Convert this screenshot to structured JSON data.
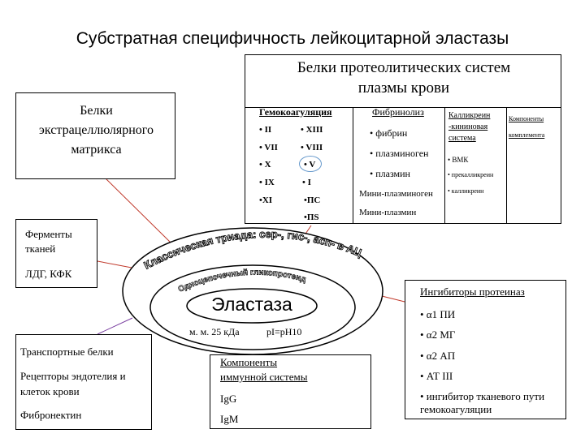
{
  "title": "Субстратная специфичность  лейкоцитарной эластазы",
  "proteolytic": {
    "title_line1": "Белки протеолитических систем",
    "title_line2": "плазмы крови",
    "coag": {
      "header": "Гемокоагуляция",
      "col1": [
        "• II",
        "• VII",
        "• X",
        "• IX",
        "•XI"
      ],
      "col2": [
        "• XIII",
        "• VIII",
        "• V",
        "• I",
        "•ПС",
        "•ПS"
      ]
    },
    "fibrin": {
      "header": "Фибринолиз",
      "items": [
        "• фибрин",
        "• плазминоген",
        "• плазмин"
      ],
      "mini1": "Мини-плазминоген",
      "mini2": "Мини-плазмин"
    },
    "kallikrein": {
      "header_lines": [
        "Калликреин",
        "-кининовая",
        "система"
      ],
      "items": [
        "• ВМК",
        "• прекалликреин",
        "• калликреин"
      ]
    },
    "complement": {
      "header_lines": [
        "Компоненты",
        "комплемента"
      ]
    }
  },
  "ecm": {
    "lines": [
      "Белки",
      "экстрацеллюлярного",
      "матрикса"
    ]
  },
  "enzymes": {
    "line1": "Ферменты",
    "line2": "тканей",
    "line3": "ЛДГ, КФК"
  },
  "transport": {
    "line1": "Транспортные белки",
    "line2": "Рецепторы эндотелия и",
    "line3": "клеток крови",
    "line4": "Фибронектин"
  },
  "immune": {
    "line1": "Компоненты",
    "line2": "иммунной системы",
    "line3": "IgG",
    "line4": "IgM"
  },
  "inhibitors": {
    "header": "Ингибиторы протеиназ",
    "items": [
      "• α1 ПИ",
      "• α2 МГ",
      "• α2 АП",
      "• АТ III",
      "• ингибитор тканевого пути"
    ],
    "last_line2": "гемокоагуляции"
  },
  "ellipse": {
    "arc_text_outer": "Классическая триада: сер-, гис-, асп- в АЦ",
    "arc_text_inner": "Одноцепочечный гликопротеид",
    "center": "Эластаза",
    "mw": "м. м. 25 кДа",
    "pi": "pI=pH10"
  },
  "colors": {
    "connector": "#c0392b",
    "connector2": "#7a3fa0",
    "highlight": "#6699cc"
  }
}
